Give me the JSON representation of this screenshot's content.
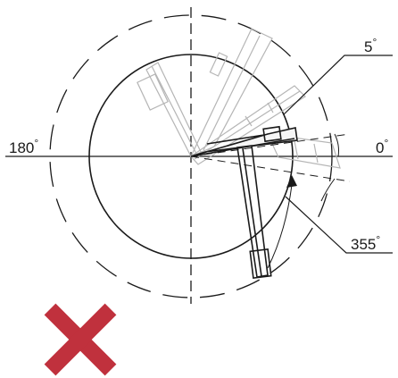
{
  "labels": {
    "angle_5": "5",
    "angle_0": "0",
    "angle_180": "180",
    "angle_355": "355",
    "degree_symbol": "°"
  },
  "colors": {
    "line": "#1a1a1a",
    "ghost": "#b5b5b5",
    "cross": "#c0313d"
  },
  "icons": {
    "cross": "cross-icon"
  }
}
